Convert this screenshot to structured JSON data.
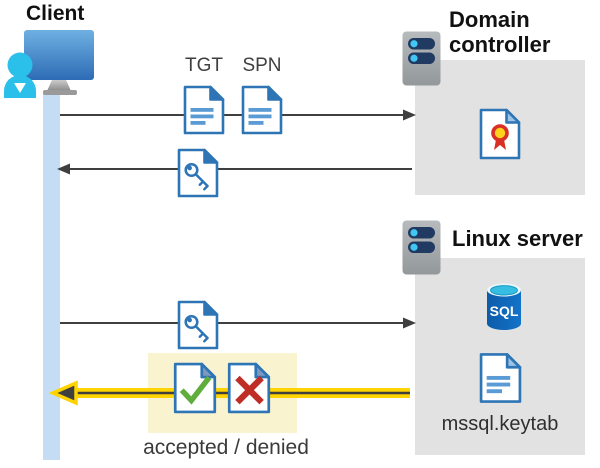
{
  "client": {
    "label": "Client",
    "icon": "client-person-monitor-icon"
  },
  "domain_controller": {
    "label": "Domain controller",
    "icon": "server-icon",
    "contents": [
      {
        "icon": "certificate-document-icon"
      }
    ]
  },
  "linux_server": {
    "label": "Linux server",
    "icon": "server-icon",
    "contents": [
      {
        "icon": "sql-database-icon"
      },
      {
        "icon": "keytab-document-icon"
      }
    ]
  },
  "labels": {
    "tgt": "TGT",
    "spn": "SPN",
    "result": "accepted / denied",
    "keytab_filename": "mssql.keytab",
    "sql": "SQL"
  },
  "flows": [
    {
      "from": "client",
      "to": "domain-controller",
      "direction": "right",
      "payload_icons": [
        "tgt-document-icon",
        "spn-document-icon"
      ],
      "highlighted": false
    },
    {
      "from": "domain-controller",
      "to": "client",
      "direction": "left",
      "payload_icons": [
        "key-document-icon"
      ],
      "highlighted": false
    },
    {
      "from": "client",
      "to": "linux-server",
      "direction": "right",
      "payload_icons": [
        "key-document-icon"
      ],
      "highlighted": false
    },
    {
      "from": "linux-server",
      "to": "client",
      "direction": "left",
      "payload_icons": [
        "accepted-document-icon",
        "denied-document-icon"
      ],
      "highlighted": true
    }
  ],
  "colors": {
    "accent_blue": "#2e75b6",
    "doc_line_blue": "#5b9bd5",
    "muted_fold_blue": "#7f98bf",
    "light_fold_blue": "#9dc3e6",
    "person_cyan": "#2bc0ea",
    "server_navy": "#203a62",
    "server_dot_cyan": "#42c6f2",
    "sql_body_blue": "#1168bb",
    "sql_top_cyan": "#35bde2",
    "gray_box": "#e2e2e2",
    "client_bar_blue": "#c5dcf5",
    "arrow_gray": "#3f3f3f",
    "highlight_fill": "#faf3cf",
    "highlight_arrow_yellow": "#ffd400",
    "check_green": "#5fae3c",
    "cross_red": "#bf2e26",
    "cert_red": "#d93025",
    "cert_yellow": "#ffd21e"
  }
}
